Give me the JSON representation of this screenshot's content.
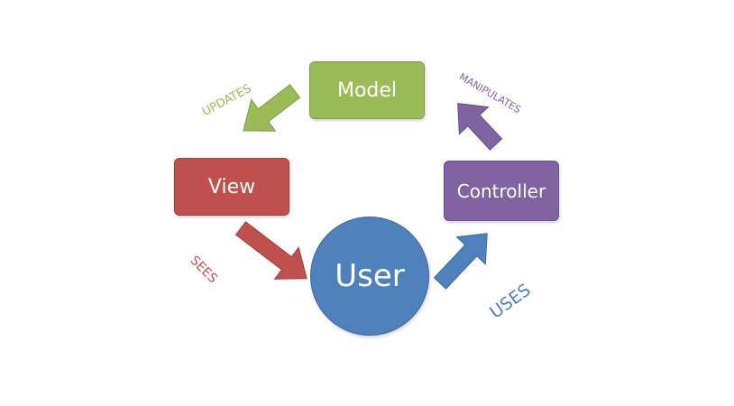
{
  "nodes": {
    "model": "Model",
    "view": "View",
    "controller": "Controller",
    "user": "User"
  },
  "edges": {
    "updates": "UPDATES",
    "manipulates": "MANIPULATES",
    "sees": "SEES",
    "uses": "USES"
  },
  "colors": {
    "model": "#9bbb59",
    "view": "#c0504d",
    "controller": "#8064a2",
    "user": "#4f81bd"
  }
}
